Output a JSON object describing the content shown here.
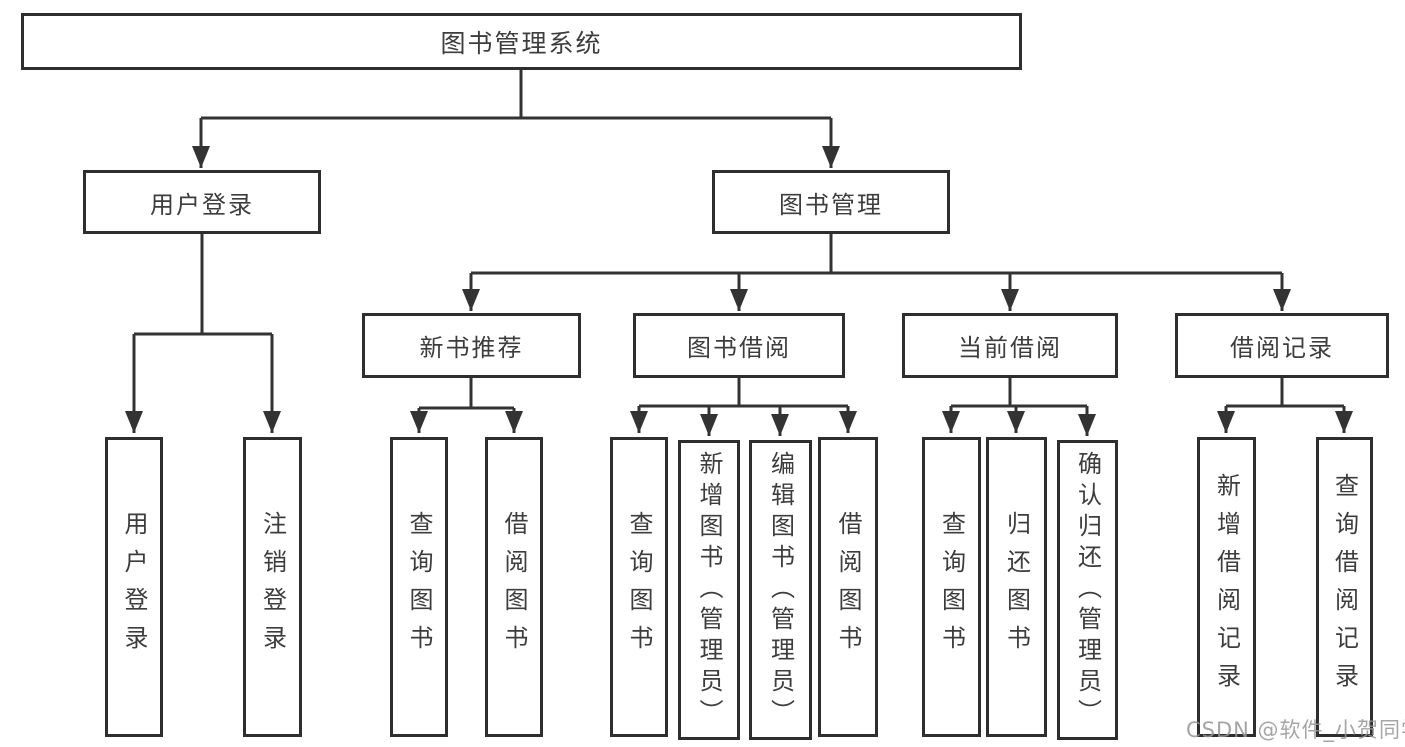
{
  "diagram": {
    "root": {
      "label": "图书管理系统"
    },
    "branches": [
      {
        "label": "用户登录",
        "children": [
          {
            "label": "用户登录"
          },
          {
            "label": "注销登录"
          }
        ]
      },
      {
        "label": "图书管理",
        "children": [
          {
            "label": "新书推荐",
            "children": [
              {
                "label": "查询图书"
              },
              {
                "label": "借阅图书"
              }
            ]
          },
          {
            "label": "图书借阅",
            "children": [
              {
                "label": "查询图书"
              },
              {
                "label": "新增图书（管理员）"
              },
              {
                "label": "编辑图书（管理员）"
              },
              {
                "label": "借阅图书"
              }
            ]
          },
          {
            "label": "当前借阅",
            "children": [
              {
                "label": "查询图书"
              },
              {
                "label": "归还图书"
              },
              {
                "label": "确认归还（管理员）"
              }
            ]
          },
          {
            "label": "借阅记录",
            "children": [
              {
                "label": "新增借阅记录"
              },
              {
                "label": "查询借阅记录"
              }
            ]
          }
        ]
      }
    ]
  },
  "watermark": {
    "text": "CSDN @软件_小贺同学"
  },
  "colors": {
    "line": "#333333",
    "border": "#2e2e2e",
    "text": "#3d3d3d",
    "watermark": "#969696",
    "background": "#ffffff"
  }
}
